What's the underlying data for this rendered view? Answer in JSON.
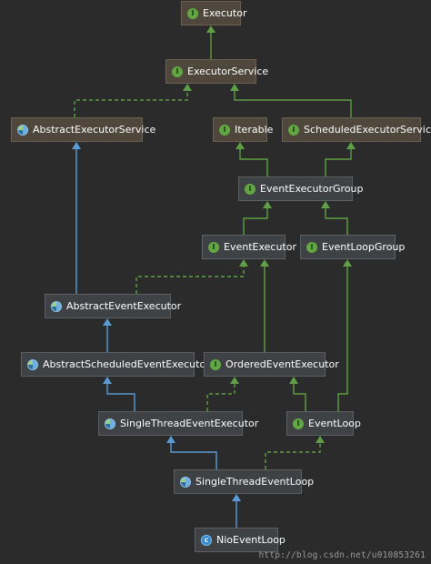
{
  "diagram": {
    "nodes": {
      "executor": {
        "label": "Executor",
        "kind": "interface"
      },
      "executor_service": {
        "label": "ExecutorService",
        "kind": "interface"
      },
      "abstract_executor_service": {
        "label": "AbstractExecutorService",
        "kind": "abstract"
      },
      "iterable": {
        "label": "Iterable",
        "kind": "interface"
      },
      "scheduled_executor_service": {
        "label": "ScheduledExecutorService",
        "kind": "interface"
      },
      "event_executor_group": {
        "label": "EventExecutorGroup",
        "kind": "interface"
      },
      "event_executor": {
        "label": "EventExecutor",
        "kind": "interface"
      },
      "event_loop_group": {
        "label": "EventLoopGroup",
        "kind": "interface"
      },
      "abstract_event_executor": {
        "label": "AbstractEventExecutor",
        "kind": "abstract"
      },
      "abstract_scheduled_event_executor": {
        "label": "AbstractScheduledEventExecutor",
        "kind": "abstract"
      },
      "ordered_event_executor": {
        "label": "OrderedEventExecutor",
        "kind": "interface"
      },
      "single_thread_event_executor": {
        "label": "SingleThreadEventExecutor",
        "kind": "abstract"
      },
      "event_loop": {
        "label": "EventLoop",
        "kind": "interface"
      },
      "single_thread_event_loop": {
        "label": "SingleThreadEventLoop",
        "kind": "abstract"
      },
      "nio_event_loop": {
        "label": "NioEventLoop",
        "kind": "class"
      }
    },
    "relations": [
      {
        "from": "executor_service",
        "to": "executor",
        "type": "extends-interface"
      },
      {
        "from": "abstract_executor_service",
        "to": "executor_service",
        "type": "implements"
      },
      {
        "from": "scheduled_executor_service",
        "to": "executor_service",
        "type": "extends-interface"
      },
      {
        "from": "event_executor_group",
        "to": "iterable",
        "type": "extends-interface"
      },
      {
        "from": "event_executor_group",
        "to": "scheduled_executor_service",
        "type": "extends-interface"
      },
      {
        "from": "event_executor",
        "to": "event_executor_group",
        "type": "extends-interface"
      },
      {
        "from": "event_loop_group",
        "to": "event_executor_group",
        "type": "extends-interface"
      },
      {
        "from": "abstract_event_executor",
        "to": "abstract_executor_service",
        "type": "extends-class"
      },
      {
        "from": "abstract_event_executor",
        "to": "event_executor",
        "type": "implements"
      },
      {
        "from": "ordered_event_executor",
        "to": "event_executor",
        "type": "extends-interface"
      },
      {
        "from": "abstract_scheduled_event_executor",
        "to": "abstract_event_executor",
        "type": "extends-class"
      },
      {
        "from": "single_thread_event_executor",
        "to": "abstract_scheduled_event_executor",
        "type": "extends-class"
      },
      {
        "from": "single_thread_event_executor",
        "to": "ordered_event_executor",
        "type": "implements"
      },
      {
        "from": "event_loop",
        "to": "ordered_event_executor",
        "type": "extends-interface"
      },
      {
        "from": "event_loop",
        "to": "event_loop_group",
        "type": "extends-interface"
      },
      {
        "from": "single_thread_event_loop",
        "to": "single_thread_event_executor",
        "type": "extends-class"
      },
      {
        "from": "single_thread_event_loop",
        "to": "event_loop",
        "type": "implements"
      },
      {
        "from": "nio_event_loop",
        "to": "single_thread_event_loop",
        "type": "extends-class"
      }
    ]
  },
  "colors": {
    "background": "#2b2b2b",
    "interface_edge": "#5f9f45",
    "implements_edge": "#5f9f45",
    "class_edge": "#5b9bd5"
  },
  "icons": {
    "interface": "interface-icon",
    "abstract": "abstract-class-icon",
    "class": "class-icon"
  },
  "watermark": "http://blog.csdn.net/u010853261"
}
